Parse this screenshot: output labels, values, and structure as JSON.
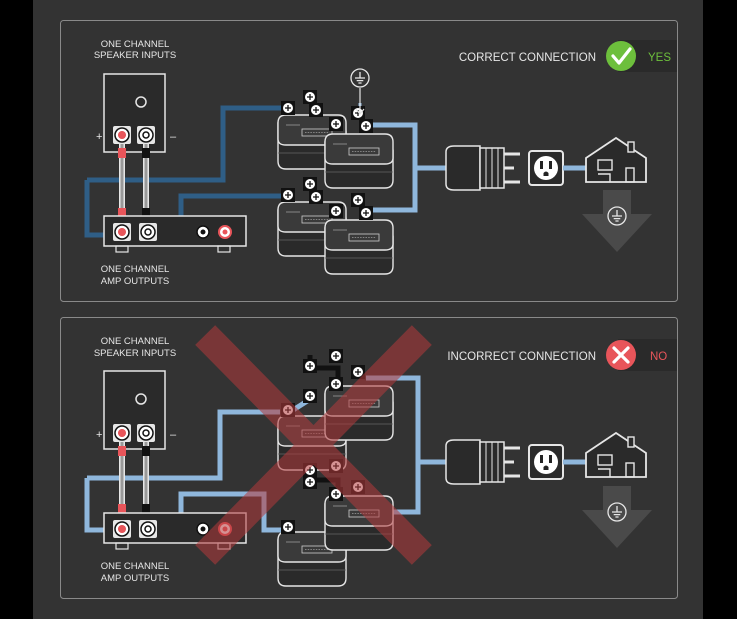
{
  "correct_panel": {
    "speaker_label": [
      "ONE CHANNEL",
      "SPEAKER INPUTS"
    ],
    "amp_label": [
      "ONE CHANNEL",
      "AMP OUTPUTS"
    ],
    "plus": "+",
    "minus": "–",
    "status_title": "CORRECT CONNECTION",
    "status_word": "YES",
    "status_color": "#6dbf3c"
  },
  "incorrect_panel": {
    "speaker_label": [
      "ONE CHANNEL",
      "SPEAKER INPUTS"
    ],
    "amp_label": [
      "ONE CHANNEL",
      "AMP OUTPUTS"
    ],
    "plus": "+",
    "minus": "–",
    "status_title": "INCORRECT CONNECTION",
    "status_word": "NO",
    "status_color": "#e8555a"
  },
  "colors": {
    "background": "#333333",
    "panel_border": "#8a8a8a",
    "wire_dark_blue": "#2f5e86",
    "wire_light_blue": "#8fb7dc",
    "cross_red": "#b33a3c"
  },
  "icons": [
    "ground-icon",
    "power-plug-icon",
    "wall-outlet-icon",
    "house-icon",
    "check-icon",
    "x-icon",
    "down-arrow-icon"
  ]
}
